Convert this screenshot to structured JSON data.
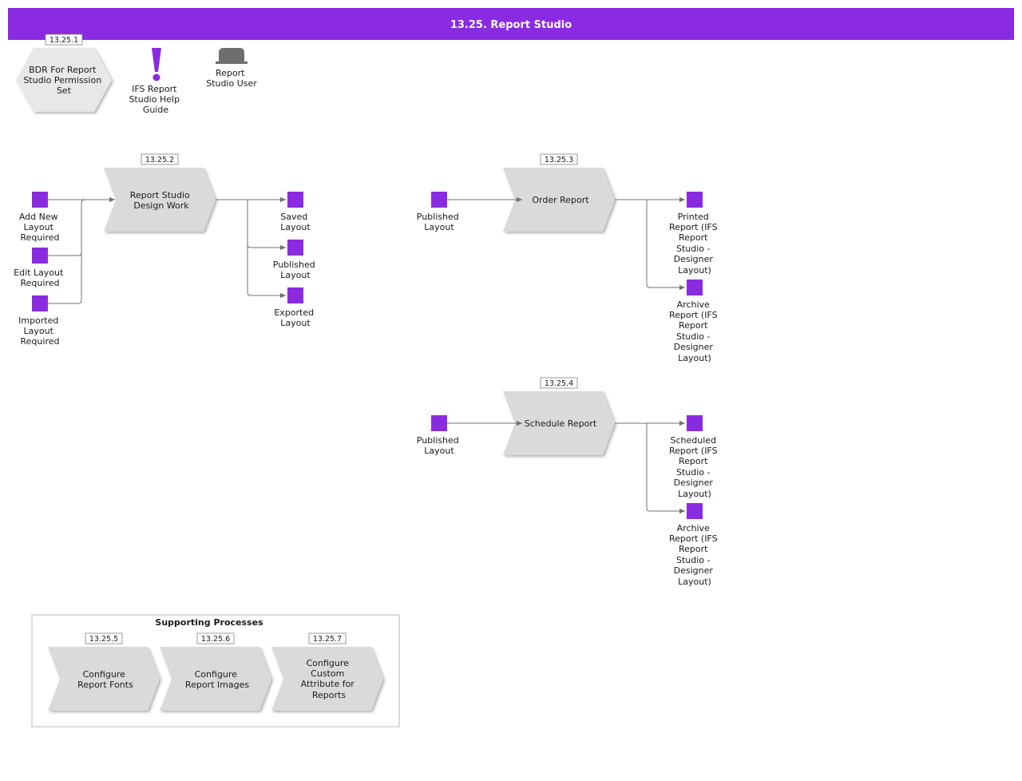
{
  "header": {
    "title": "13.25. Report Studio"
  },
  "legend": {
    "badge": "13.25.1",
    "bdr": [
      "BDR For Report",
      "Studio Permission",
      "Set"
    ],
    "help_guide": [
      "IFS Report",
      "Studio Help",
      "Guide"
    ],
    "user": [
      "Report",
      "Studio User"
    ]
  },
  "process_design": {
    "badge": "13.25.2",
    "title": [
      "Report Studio",
      "Design Work"
    ],
    "inputs": [
      [
        "Add New",
        "Layout",
        "Required"
      ],
      [
        "Edit Layout",
        "Required"
      ],
      [
        "Imported",
        "Layout",
        "Required"
      ]
    ],
    "outputs": [
      [
        "Saved",
        "Layout"
      ],
      [
        "Published",
        "Layout"
      ],
      [
        "Exported",
        "Layout"
      ]
    ]
  },
  "process_order": {
    "badge": "13.25.3",
    "title": [
      "Order Report"
    ],
    "input": [
      "Published",
      "Layout"
    ],
    "outputs": [
      [
        "Printed",
        "Report (IFS",
        "Report",
        "Studio -",
        "Designer",
        "Layout)"
      ],
      [
        "Archive",
        "Report (IFS",
        "Report",
        "Studio -",
        "Designer",
        "Layout)"
      ]
    ]
  },
  "process_schedule": {
    "badge": "13.25.4",
    "title": [
      "Schedule Report"
    ],
    "input": [
      "Published",
      "Layout"
    ],
    "outputs": [
      [
        "Scheduled",
        "Report (IFS",
        "Report",
        "Studio -",
        "Designer",
        "Layout)"
      ],
      [
        "Archive",
        "Report (IFS",
        "Report",
        "Studio -",
        "Designer",
        "Layout)"
      ]
    ]
  },
  "supporting": {
    "title": "Supporting Processes",
    "items": [
      {
        "badge": "13.25.5",
        "title": [
          "Configure",
          "Report Fonts"
        ]
      },
      {
        "badge": "13.25.6",
        "title": [
          "Configure",
          "Report Images"
        ]
      },
      {
        "badge": "13.25.7",
        "title": [
          "Configure",
          "Custom",
          "Attribute for",
          "Reports"
        ]
      }
    ]
  },
  "colors": {
    "header": "#8a2be2",
    "artifact": "#8a2be2",
    "process_fill": "#d9dadc",
    "connector": "#707070",
    "user_icon": "#6e6e6e"
  }
}
